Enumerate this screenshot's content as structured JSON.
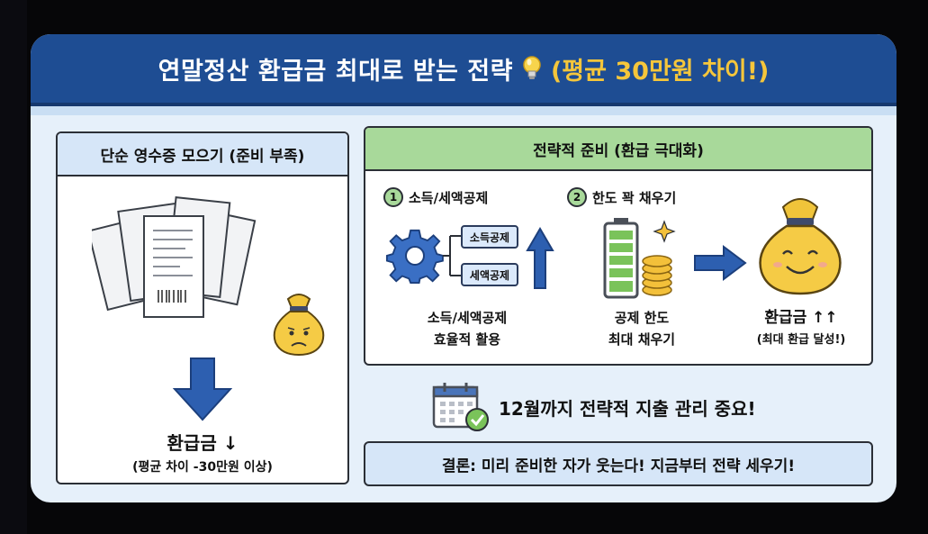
{
  "header": {
    "title": "연말정산 환급금 최대로 받는 전략",
    "highlight": "(평균 30만원 차이!)",
    "bulb_icon": "lightbulb-icon"
  },
  "left_panel": {
    "title": "단순 영수증 모으기 (준비 부족)",
    "result": "환급금 ↓",
    "result_sub": "(평균 차이 -30만원 이상)"
  },
  "right_panel": {
    "title": "전략적 준비 (환급 극대화)",
    "step1": {
      "num": "1",
      "title": "소득/세액공제",
      "tag1": "소득공제",
      "tag2": "세액공제",
      "caption_l1": "소득/세액공제",
      "caption_l2": "효율적 활용"
    },
    "step2": {
      "num": "2",
      "title": "한도 꽉 채우기",
      "caption_l1": "공제 한도",
      "caption_l2": "최대 채우기"
    },
    "result": {
      "title": "환급금 ↑↑",
      "sub": "(최대 환급 달성!)"
    }
  },
  "tip": {
    "text": "12월까지 전략적 지출 관리 중요!"
  },
  "conclusion": {
    "text": "결론: 미리 준비한 자가 웃는다! 지금부터 전략 세우기!"
  },
  "colors": {
    "header": "#1e4d93",
    "accent": "#f5c63b",
    "green": "#a8d99a",
    "blue_arrow": "#2d5fb0",
    "card_bg": "#e6f0fa"
  }
}
